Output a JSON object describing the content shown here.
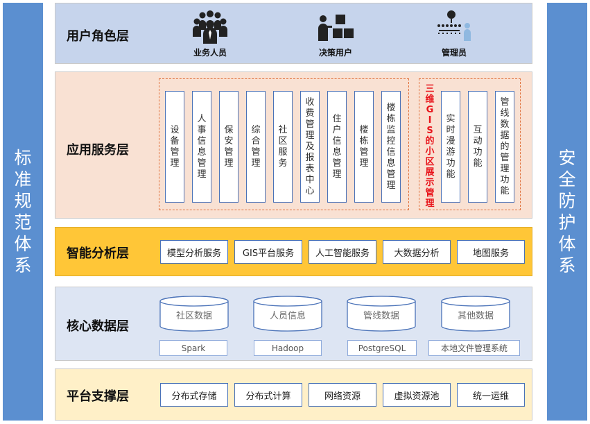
{
  "sidebars": {
    "left": "标准规范体系",
    "right": "安全防护体系"
  },
  "layers": {
    "user": {
      "title": "用户角色层",
      "roles": [
        {
          "label": "业务人员",
          "icon": "business-group-icon"
        },
        {
          "label": "决策用户",
          "icon": "decision-user-icon"
        },
        {
          "label": "管理员",
          "icon": "admin-network-icon"
        }
      ]
    },
    "app": {
      "title": "应用服务层",
      "services": [
        "设备管理",
        "人事信息管理",
        "保安管理",
        "综合管理",
        "社区服务",
        "收费管理及报表中心",
        "住户信息管理",
        "楼栋管理",
        "楼栋监控信息管理"
      ],
      "gis_heading": "三维GIS的小区展示管理",
      "gis_services": [
        "实时漫游功能",
        "互动功能",
        "管线数据的管理功能"
      ]
    },
    "ai": {
      "title": "智能分析层",
      "items": [
        "模型分析服务",
        "GIS平台服务",
        "人工智能服务",
        "大数据分析",
        "地图服务"
      ]
    },
    "core": {
      "title": "核心数据层",
      "databases": [
        "社区数据",
        "人员信息",
        "管线数据",
        "其他数据"
      ],
      "tech": [
        "Spark",
        "Hadoop",
        "PostgreSQL",
        "本地文件管理系统"
      ]
    },
    "platform": {
      "title": "平台支撑层",
      "items": [
        "分布式存储",
        "分布式计算",
        "网络资源",
        "虚拟资源池",
        "统一运维"
      ]
    }
  },
  "colors": {
    "sidebar": "#5b8fd0",
    "box_border": "#4a72b8",
    "dashed_border": "#e0703a",
    "gis_text": "#e8141b"
  }
}
